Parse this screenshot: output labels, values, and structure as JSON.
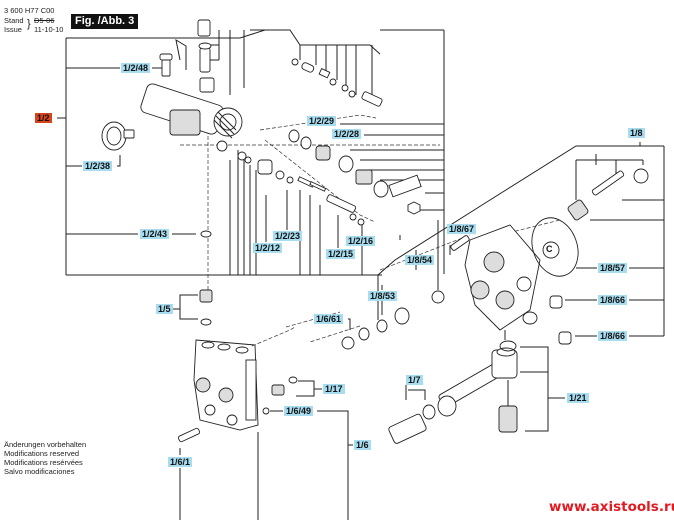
{
  "header": {
    "doc_number": "3 600 H77 C00",
    "stand_label": "Stand",
    "issue_label": "Issue",
    "stand_value": "D5-06",
    "issue_value": "11-10-10",
    "figure_title": "Fig. /Abb. 3"
  },
  "labels": {
    "group_1_2": "1/2",
    "p_1_2_48": "1/2/48",
    "p_1_2_38": "1/2/38",
    "p_1_2_43": "1/2/43",
    "p_1_2_29": "1/2/29",
    "p_1_2_28": "1/2/28",
    "p_1_2_23": "1/2/23",
    "p_1_2_12": "1/2/12",
    "p_1_2_16": "1/2/16",
    "p_1_2_15": "1/2/15",
    "p_1_8": "1/8",
    "p_1_8_67": "1/8/67",
    "p_1_8_54": "1/8/54",
    "p_1_8_53": "1/8/53",
    "p_1_8_57": "1/8/57",
    "p_1_8_66a": "1/8/66",
    "p_1_8_66b": "1/8/66",
    "p_1_5": "1/5",
    "p_1_6_61": "1/6/61",
    "p_1_17": "1/17",
    "p_1_6_49": "1/6/49",
    "p_1_6": "1/6",
    "p_1_6_1": "1/6/1",
    "p_1_7": "1/7",
    "p_1_21": "1/21",
    "callout_c": "C"
  },
  "notes": [
    "Änderungen vorbehalten",
    "Modifications reserved",
    "Modifications resérvées",
    "Salvo modificaciones"
  ],
  "watermark": "www.axistools.ru",
  "colors": {
    "label_bg": "#a8dcef",
    "group_label_bg": "#d8421c",
    "watermark": "#e11b22"
  }
}
